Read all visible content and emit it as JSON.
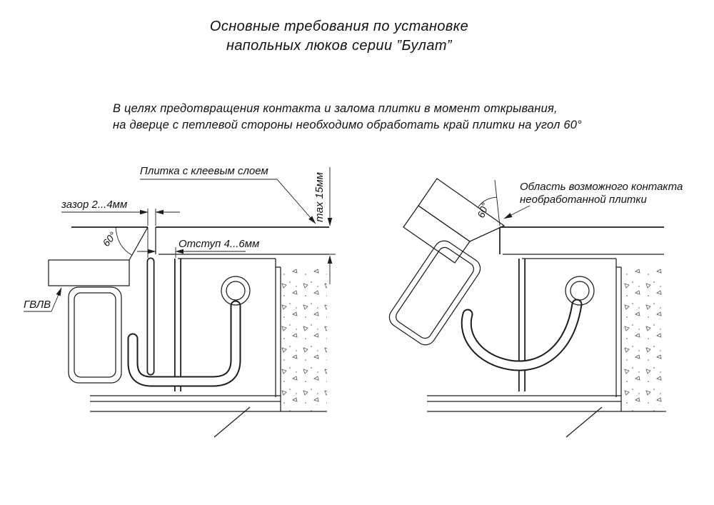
{
  "title": {
    "line1": "Основные требования по установке",
    "line2": "напольных люков серии ”Булат”"
  },
  "note": {
    "line1": "В целях предотвращения контакта и залома плитки в момент открывания,",
    "line2": "на дверце с петлевой стороны необходимо обработать край плитки на угол 60°"
  },
  "left_diagram": {
    "tile_label": "Плитка с клеевым слоем",
    "gap_label": "зазор 2...4мм",
    "max_height_label": "max 15мм",
    "angle_label": "60°",
    "offset_label": "Отступ 4...6мм",
    "board_label": "ГВЛВ"
  },
  "right_diagram": {
    "contact_line1": "Область возможного контакта",
    "contact_line2": "необработанной плитки",
    "angle_label": "60°"
  },
  "colors": {
    "line": "#1c1c1c",
    "background": "#ffffff"
  }
}
